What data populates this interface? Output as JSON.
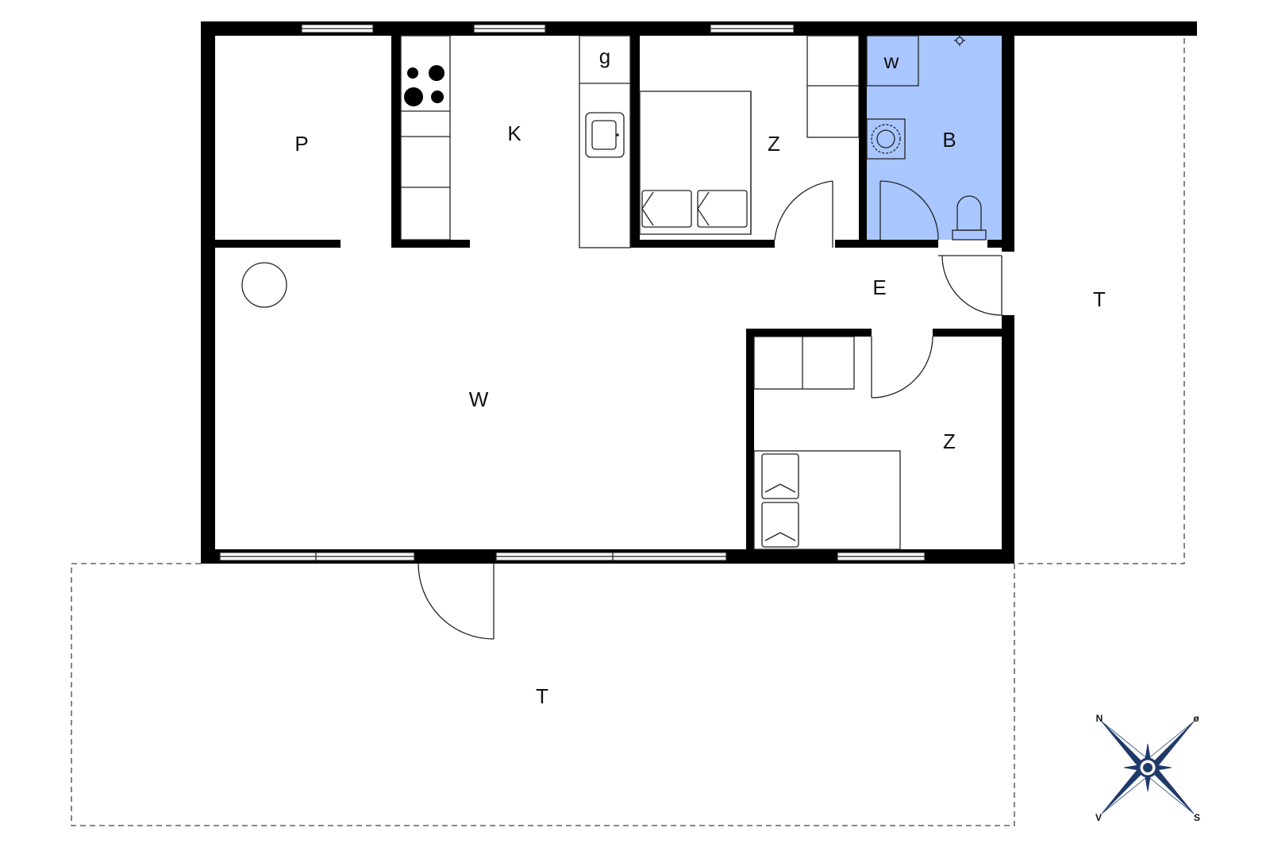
{
  "colors": {
    "wall": "#000000",
    "bathroom_fill": "#a9c6ff",
    "compass": "#1f3a68",
    "background": "#ffffff"
  },
  "rooms": {
    "p": "P",
    "k": "K",
    "g": "g",
    "z1": "Z",
    "w_small": "w",
    "b": "B",
    "e": "E",
    "t_right": "T",
    "w_main": "W",
    "z2": "Z",
    "t_bottom": "T"
  },
  "compass": {
    "n": "N",
    "o": "ø",
    "v": "V",
    "s": "S"
  }
}
